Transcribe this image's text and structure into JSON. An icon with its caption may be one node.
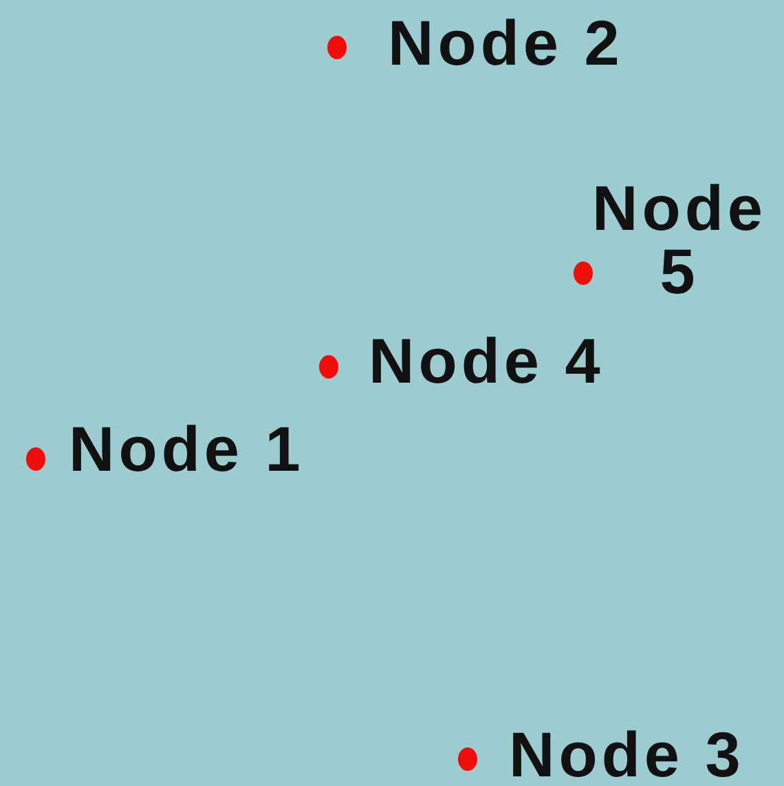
{
  "diagram": {
    "nodes": [
      {
        "text": [],
        "shape": "circle",
        "beside": [
          "Node 2"
        ]
      },
      {
        "text": [],
        "shape": "circle",
        "beside": [
          "Node 5"
        ]
      },
      {
        "text": [],
        "shape": "circle",
        "beside": [
          "Node 4"
        ]
      },
      {
        "text": [],
        "shape": "circle",
        "beside": [
          "Node 1"
        ]
      },
      {
        "text": [],
        "shape": "circle",
        "beside": [
          "Node 3"
        ]
      }
    ],
    "edges": []
  }
}
